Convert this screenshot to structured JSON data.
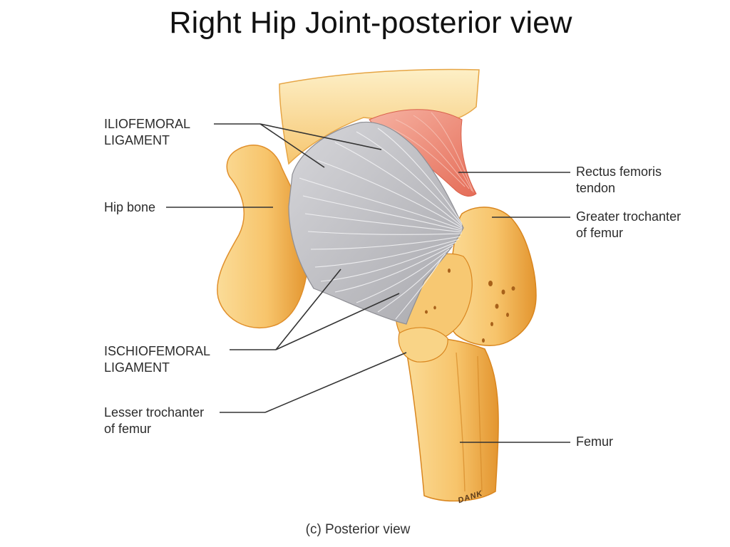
{
  "title": "Right Hip Joint-posterior view",
  "labels": {
    "iliofemoral": [
      "ILIOFEMORAL",
      "LIGAMENT"
    ],
    "hip_bone": "Hip bone",
    "ischiofemoral": [
      "ISCHIOFEMORAL",
      "LIGAMENT"
    ],
    "lesser_trochanter": [
      "Lesser trochanter",
      "of femur"
    ],
    "rectus_femoris": [
      "Rectus femoris",
      "tendon"
    ],
    "greater_trochanter": [
      "Greater trochanter",
      "of femur"
    ],
    "femur": "Femur"
  },
  "caption": "(c) Posterior view",
  "signature": "DANK",
  "colors": {
    "bone_light": "#fde7b0",
    "bone_mid": "#f5c36a",
    "bone_dark": "#e0932e",
    "ligament": "#c8c8cc",
    "ligament_fiber": "#f2f2f4",
    "muscle": "#ef8a78",
    "leader_line": "#333333"
  }
}
